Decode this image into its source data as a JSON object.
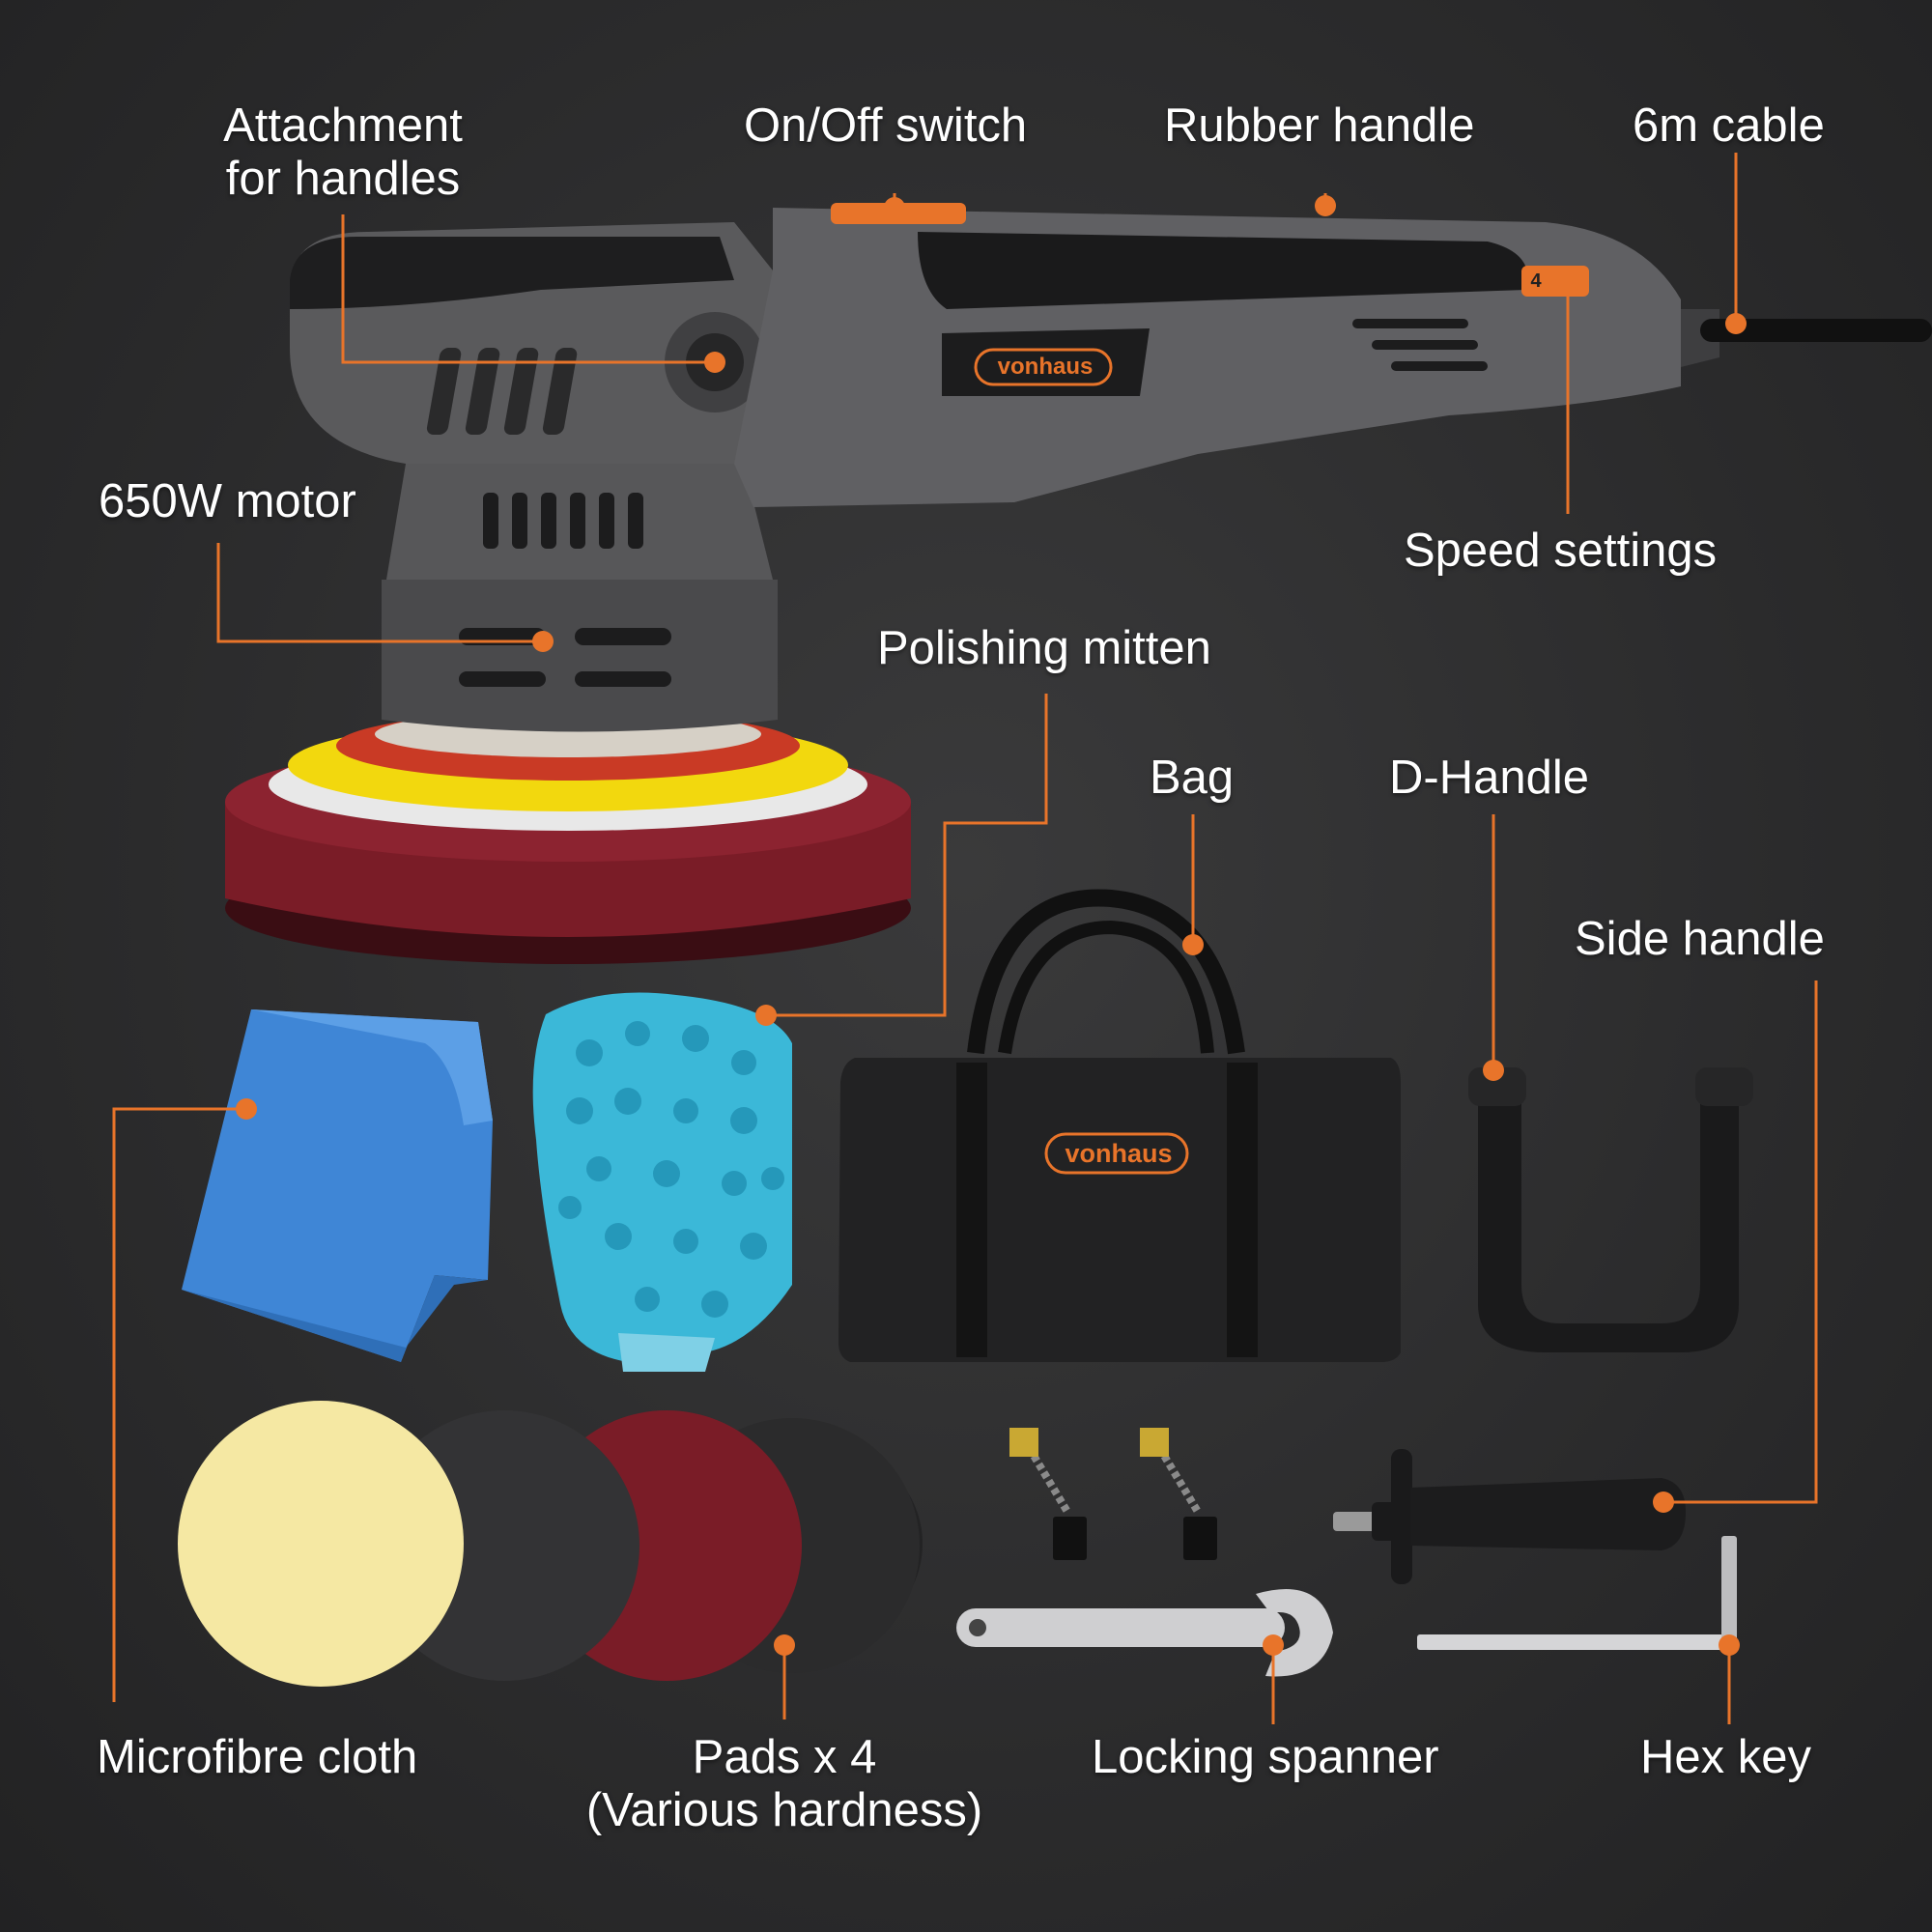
{
  "brand": {
    "logo_text": "vonhaus"
  },
  "colors": {
    "accent": "#e8742a",
    "background": "#2e2e2f",
    "pad_yellow": "#f5e8a3",
    "pad_maroon": "#7a1c27",
    "cloth_blue": "#3f86d6",
    "mitten_blue": "#3bb8d8"
  },
  "labels": {
    "attachment_line1": "Attachment",
    "attachment_line2": "for handles",
    "onoff": "On/Off switch",
    "rubber_handle": "Rubber handle",
    "cable": "6m cable",
    "motor": "650W motor",
    "speed": "Speed settings",
    "mitten": "Polishing mitten",
    "bag": "Bag",
    "d_handle": "D-Handle",
    "side_handle": "Side handle",
    "cloth": "Microfibre cloth",
    "pads_line1": "Pads x 4",
    "pads_line2": "(Various hardness)",
    "spanner": "Locking spanner",
    "hex_key": "Hex key"
  },
  "speed_dial_digit": "4"
}
